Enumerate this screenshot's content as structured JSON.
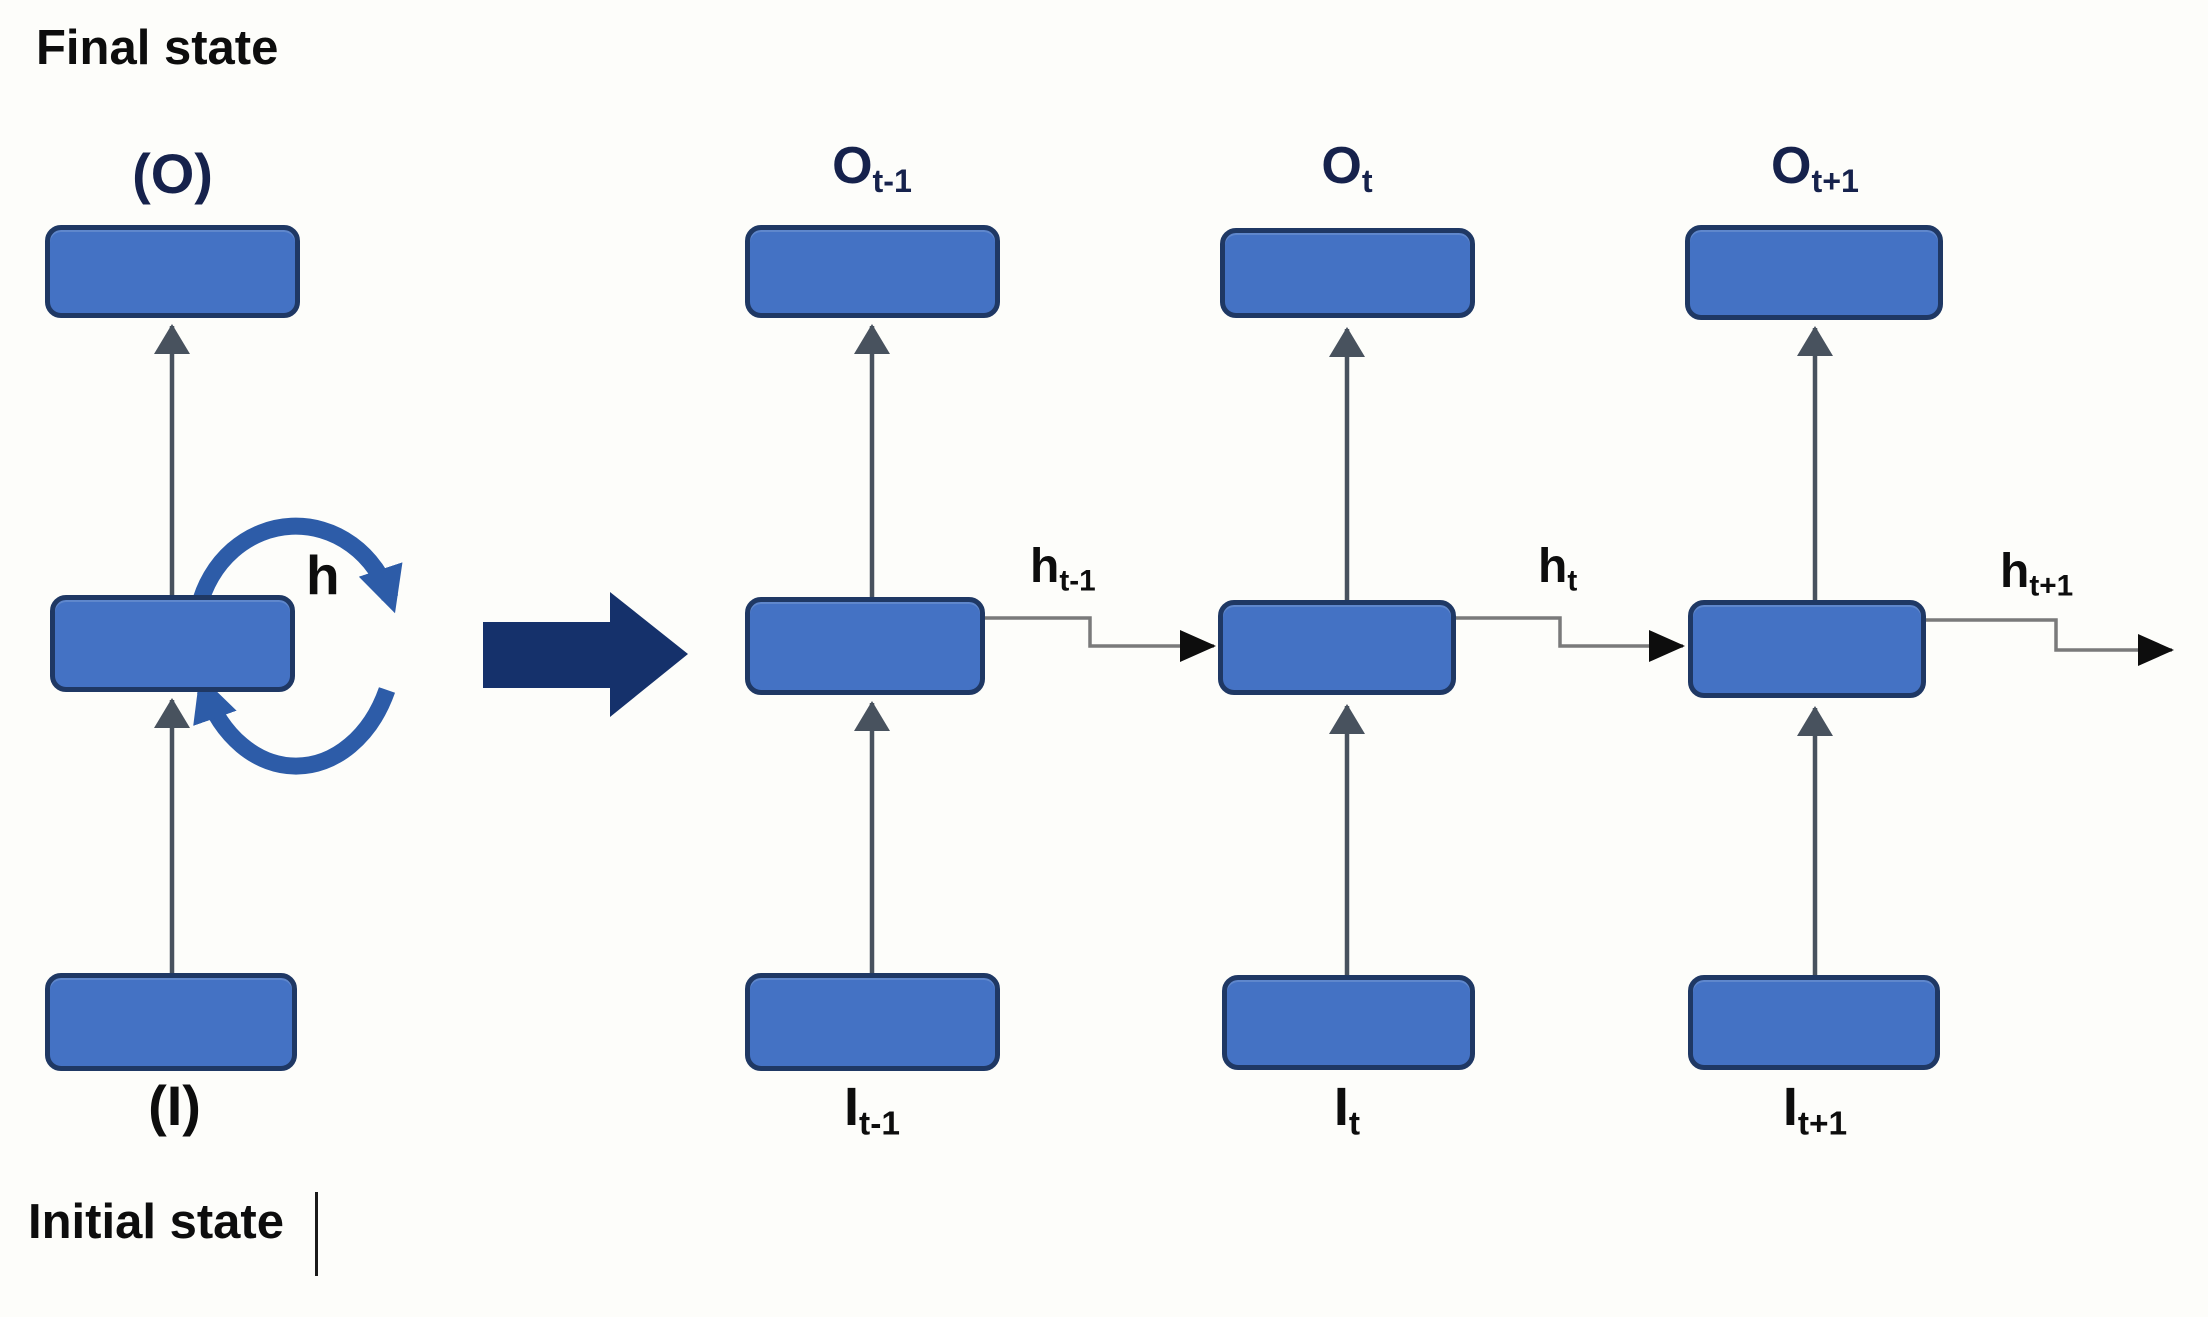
{
  "colors": {
    "node_fill": "#4472c4",
    "node_border": "#1f3864",
    "loop_arrow_blue": "#2d5ca8",
    "unfold_arrow_navy": "#15316b",
    "flow_arrow_slate": "#48525e",
    "connector_line_gray": "#7a7a7a",
    "connector_head_black": "#0d0d0d",
    "navy_text": "#16224c",
    "black_text": "#0d0d0d",
    "background": "#fdfdfa"
  },
  "folded": {
    "final_state_label": "Final state",
    "output_label": "(O)",
    "hidden_loop_label": "h",
    "input_label": "(I)",
    "initial_state_label": "Initial state"
  },
  "unrolled": {
    "columns": [
      {
        "output_base": "O",
        "output_sub": "t-1",
        "hidden_base": "h",
        "hidden_sub": "t-1",
        "input_base": "I",
        "input_sub": "t-1"
      },
      {
        "output_base": "O",
        "output_sub": "t",
        "hidden_base": "h",
        "hidden_sub": "t",
        "input_base": "I",
        "input_sub": "t"
      },
      {
        "output_base": "O",
        "output_sub": "t+1",
        "hidden_base": "h",
        "hidden_sub": "t+1",
        "input_base": "I",
        "input_sub": "t+1"
      }
    ]
  }
}
